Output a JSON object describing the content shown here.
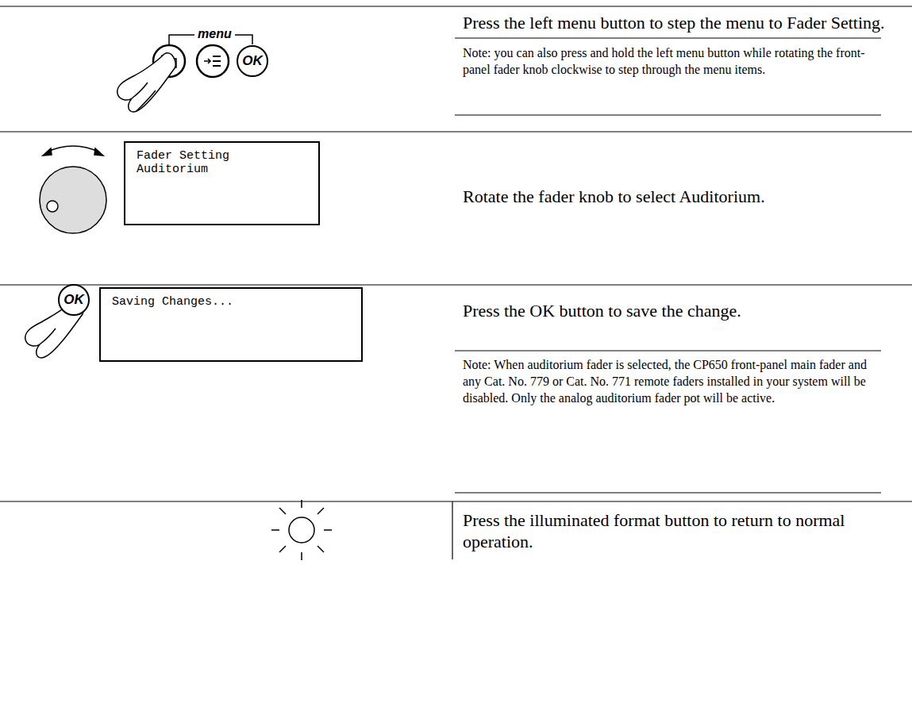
{
  "diagram": {
    "nodes": [
      {
        "text": [
          "OK"
        ]
      },
      {
        "text": [
          "Fader Setting",
          "Auditorium"
        ]
      },
      {
        "text": [
          "OK"
        ]
      },
      {
        "text": [
          "Saving Changes..."
        ]
      }
    ],
    "labels": [
      "menu",
      "Press the left menu button to step the menu to Fader Setting.",
      "Note: you can also press and hold the left menu button while rotating the front-panel fader knob clockwise to step through the menu items.",
      "Rotate the fader knob to select Auditorium.",
      "Press the OK button to save the change.",
      "Note: When auditorium fader is selected, the CP650 front-panel main fader and any Cat. No. 779 or Cat. No. 771 remote faders installed in your system will be disabled. Only the analog auditorium fader pot will be active.",
      "Press the illuminated format button to return to normal operation."
    ]
  }
}
